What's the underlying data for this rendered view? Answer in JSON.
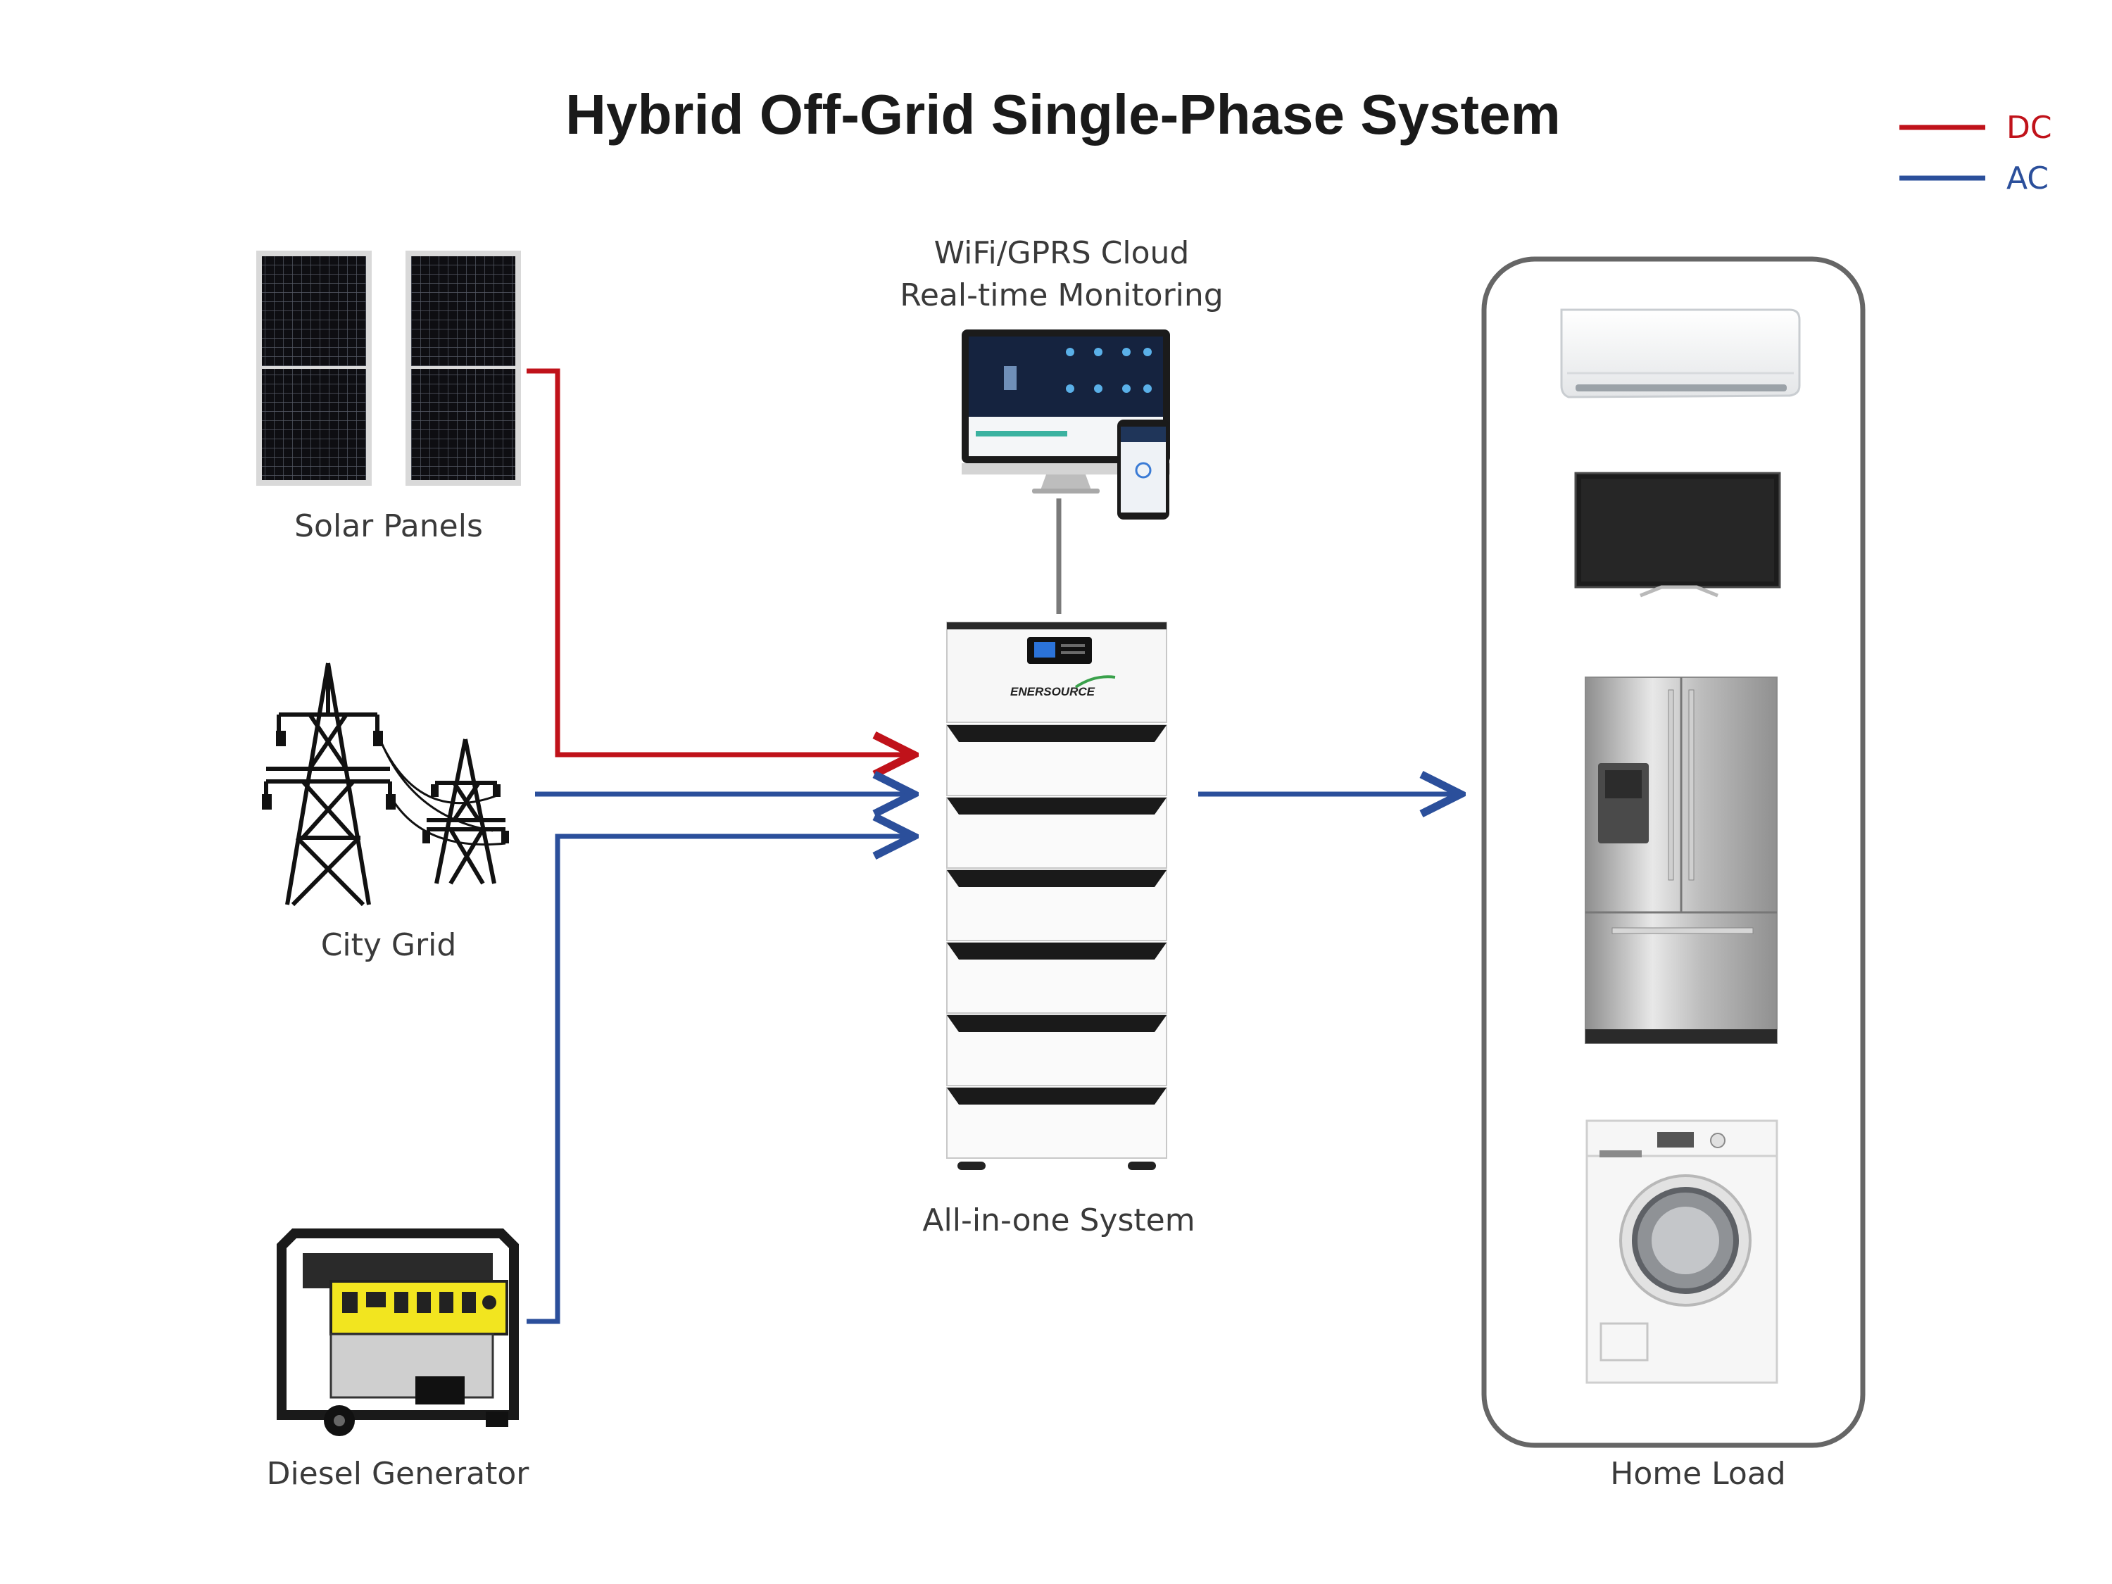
{
  "title": "Hybrid Off-Grid Single-Phase System",
  "legend": [
    {
      "label": "DC",
      "color": "#c0121a"
    },
    {
      "label": "AC",
      "color": "#2b4f9b"
    }
  ],
  "nodes": {
    "solar": {
      "label": "Solar Panels",
      "icon": "solar-panel-icon"
    },
    "grid": {
      "label": "City Grid",
      "icon": "transmission-tower-icon"
    },
    "generator": {
      "label": "Diesel Generator",
      "icon": "diesel-generator-icon"
    },
    "monitor": {
      "label_line1": "WiFi/GPRS Cloud",
      "label_line2": "Real-time Monitoring",
      "icon": "monitor-phone-icon"
    },
    "system": {
      "label": "All-in-one System",
      "brand": "ENERSOURCE",
      "icon": "battery-stack-icon"
    },
    "home": {
      "label": "Home Load"
    }
  },
  "appliances": [
    {
      "name": "air-conditioner-icon"
    },
    {
      "name": "television-icon"
    },
    {
      "name": "refrigerator-icon"
    },
    {
      "name": "washing-machine-icon"
    }
  ],
  "colors": {
    "dc": "#c0121a",
    "ac": "#2b4f9b",
    "connector": "#7a7a7a",
    "frame": "#666666"
  }
}
